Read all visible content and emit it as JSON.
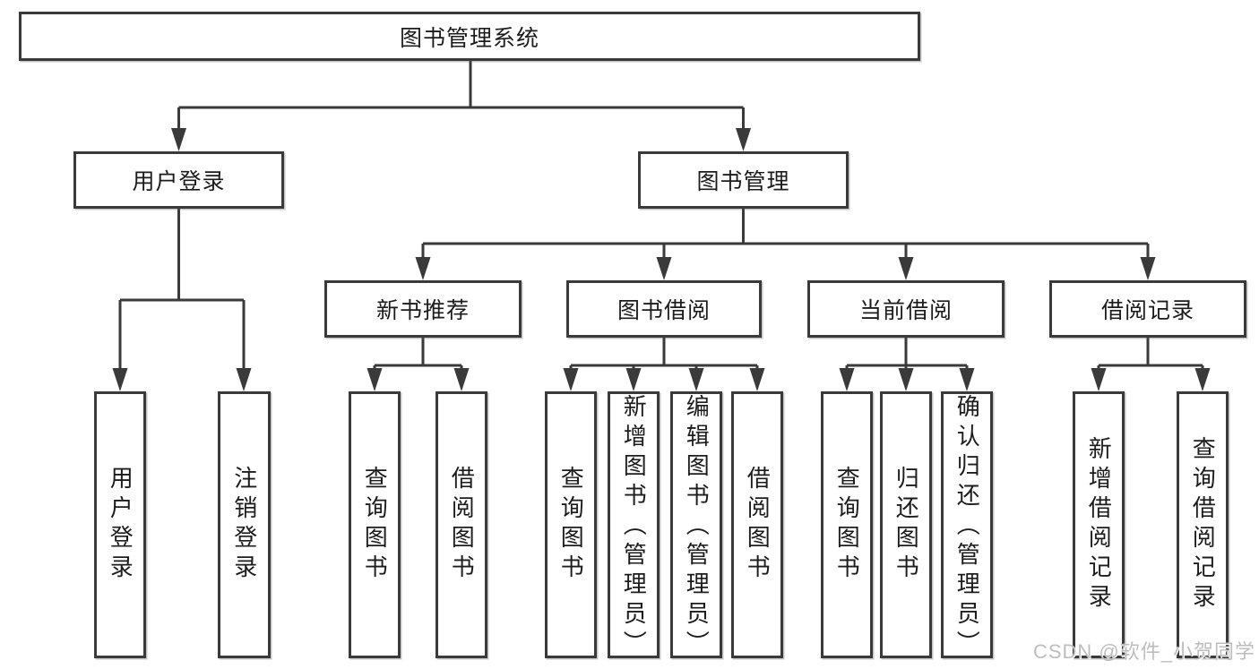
{
  "title": "图书管理系统",
  "watermark": "CSDN @软件_小贺同学",
  "colors": {
    "line": "#3a3a3a",
    "box_border": "#3a3a3a",
    "text": "#1c1c1c",
    "background": "#ffffff",
    "watermark": "#bdbdbd"
  },
  "tree": {
    "root": "图书管理系统",
    "branches": [
      {
        "label": "用户登录",
        "children": [
          "用户登录",
          "注销登录"
        ]
      },
      {
        "label": "图书管理",
        "groups": [
          {
            "label": "新书推荐",
            "children": [
              "查询图书",
              "借阅图书"
            ]
          },
          {
            "label": "图书借阅",
            "children": [
              "查询图书",
              "新增图书（管理员）",
              "编辑图书（管理员）",
              "借阅图书"
            ]
          },
          {
            "label": "当前借阅",
            "children": [
              "查询图书",
              "归还图书",
              "确认归还（管理员）"
            ]
          },
          {
            "label": "借阅记录",
            "children": [
              "新增借阅记录",
              "查询借阅记录"
            ]
          }
        ]
      }
    ]
  }
}
